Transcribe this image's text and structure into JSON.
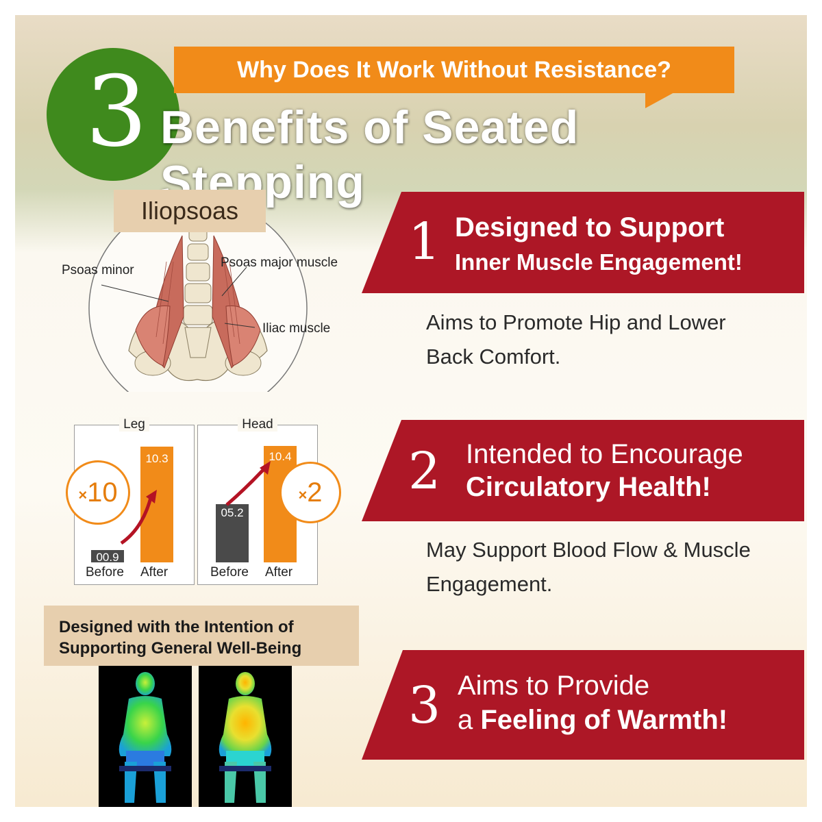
{
  "header": {
    "big_number": "3",
    "question": "Why Does It Work Without Resistance?",
    "title": "Benefits of Seated Stepping"
  },
  "iliopsoas": {
    "title": "Iliopsoas",
    "labels": {
      "psoas_minor": "Psoas minor",
      "psoas_major": "Psoas major muscle",
      "iliac": "Iliac muscle"
    }
  },
  "charts": [
    {
      "title": "Leg",
      "categories": [
        "Before",
        "After"
      ],
      "values": [
        "00.9",
        "10.3"
      ],
      "multiplier": "10"
    },
    {
      "title": "Head",
      "categories": [
        "Before",
        "After"
      ],
      "values": [
        "05.2",
        "10.4"
      ],
      "multiplier": "2"
    }
  ],
  "chart_data": [
    {
      "type": "bar",
      "title": "Leg",
      "categories": [
        "Before",
        "After"
      ],
      "values": [
        0.9,
        10.3
      ],
      "ylim": [
        0,
        11
      ]
    },
    {
      "type": "bar",
      "title": "Head",
      "categories": [
        "Before",
        "After"
      ],
      "values": [
        5.2,
        10.4
      ],
      "ylim": [
        0,
        11
      ]
    }
  ],
  "wellbeing": {
    "line1": "Designed with the Intention of",
    "line2": "Supporting General Well-Being"
  },
  "benefits": [
    {
      "number": "1",
      "line1": "Designed to Support",
      "line2": "Inner Muscle Engagement!",
      "desc1": "Aims to Promote Hip and Lower",
      "desc2": "Back Comfort."
    },
    {
      "number": "2",
      "line1": "Intended to Encourage",
      "line2": "Circulatory Health!",
      "desc1": "May Support Blood Flow & Muscle",
      "desc2": "Engagement."
    },
    {
      "number": "3",
      "line1": "Aims to Provide",
      "line2_prefix": "a ",
      "line2": "Feeling of Warmth!"
    }
  ],
  "colors": {
    "green": "#3f8a1d",
    "orange": "#f18b19",
    "red": "#ad1726",
    "gray_bar": "#4a4a4a",
    "beige": "#e7cfae"
  }
}
